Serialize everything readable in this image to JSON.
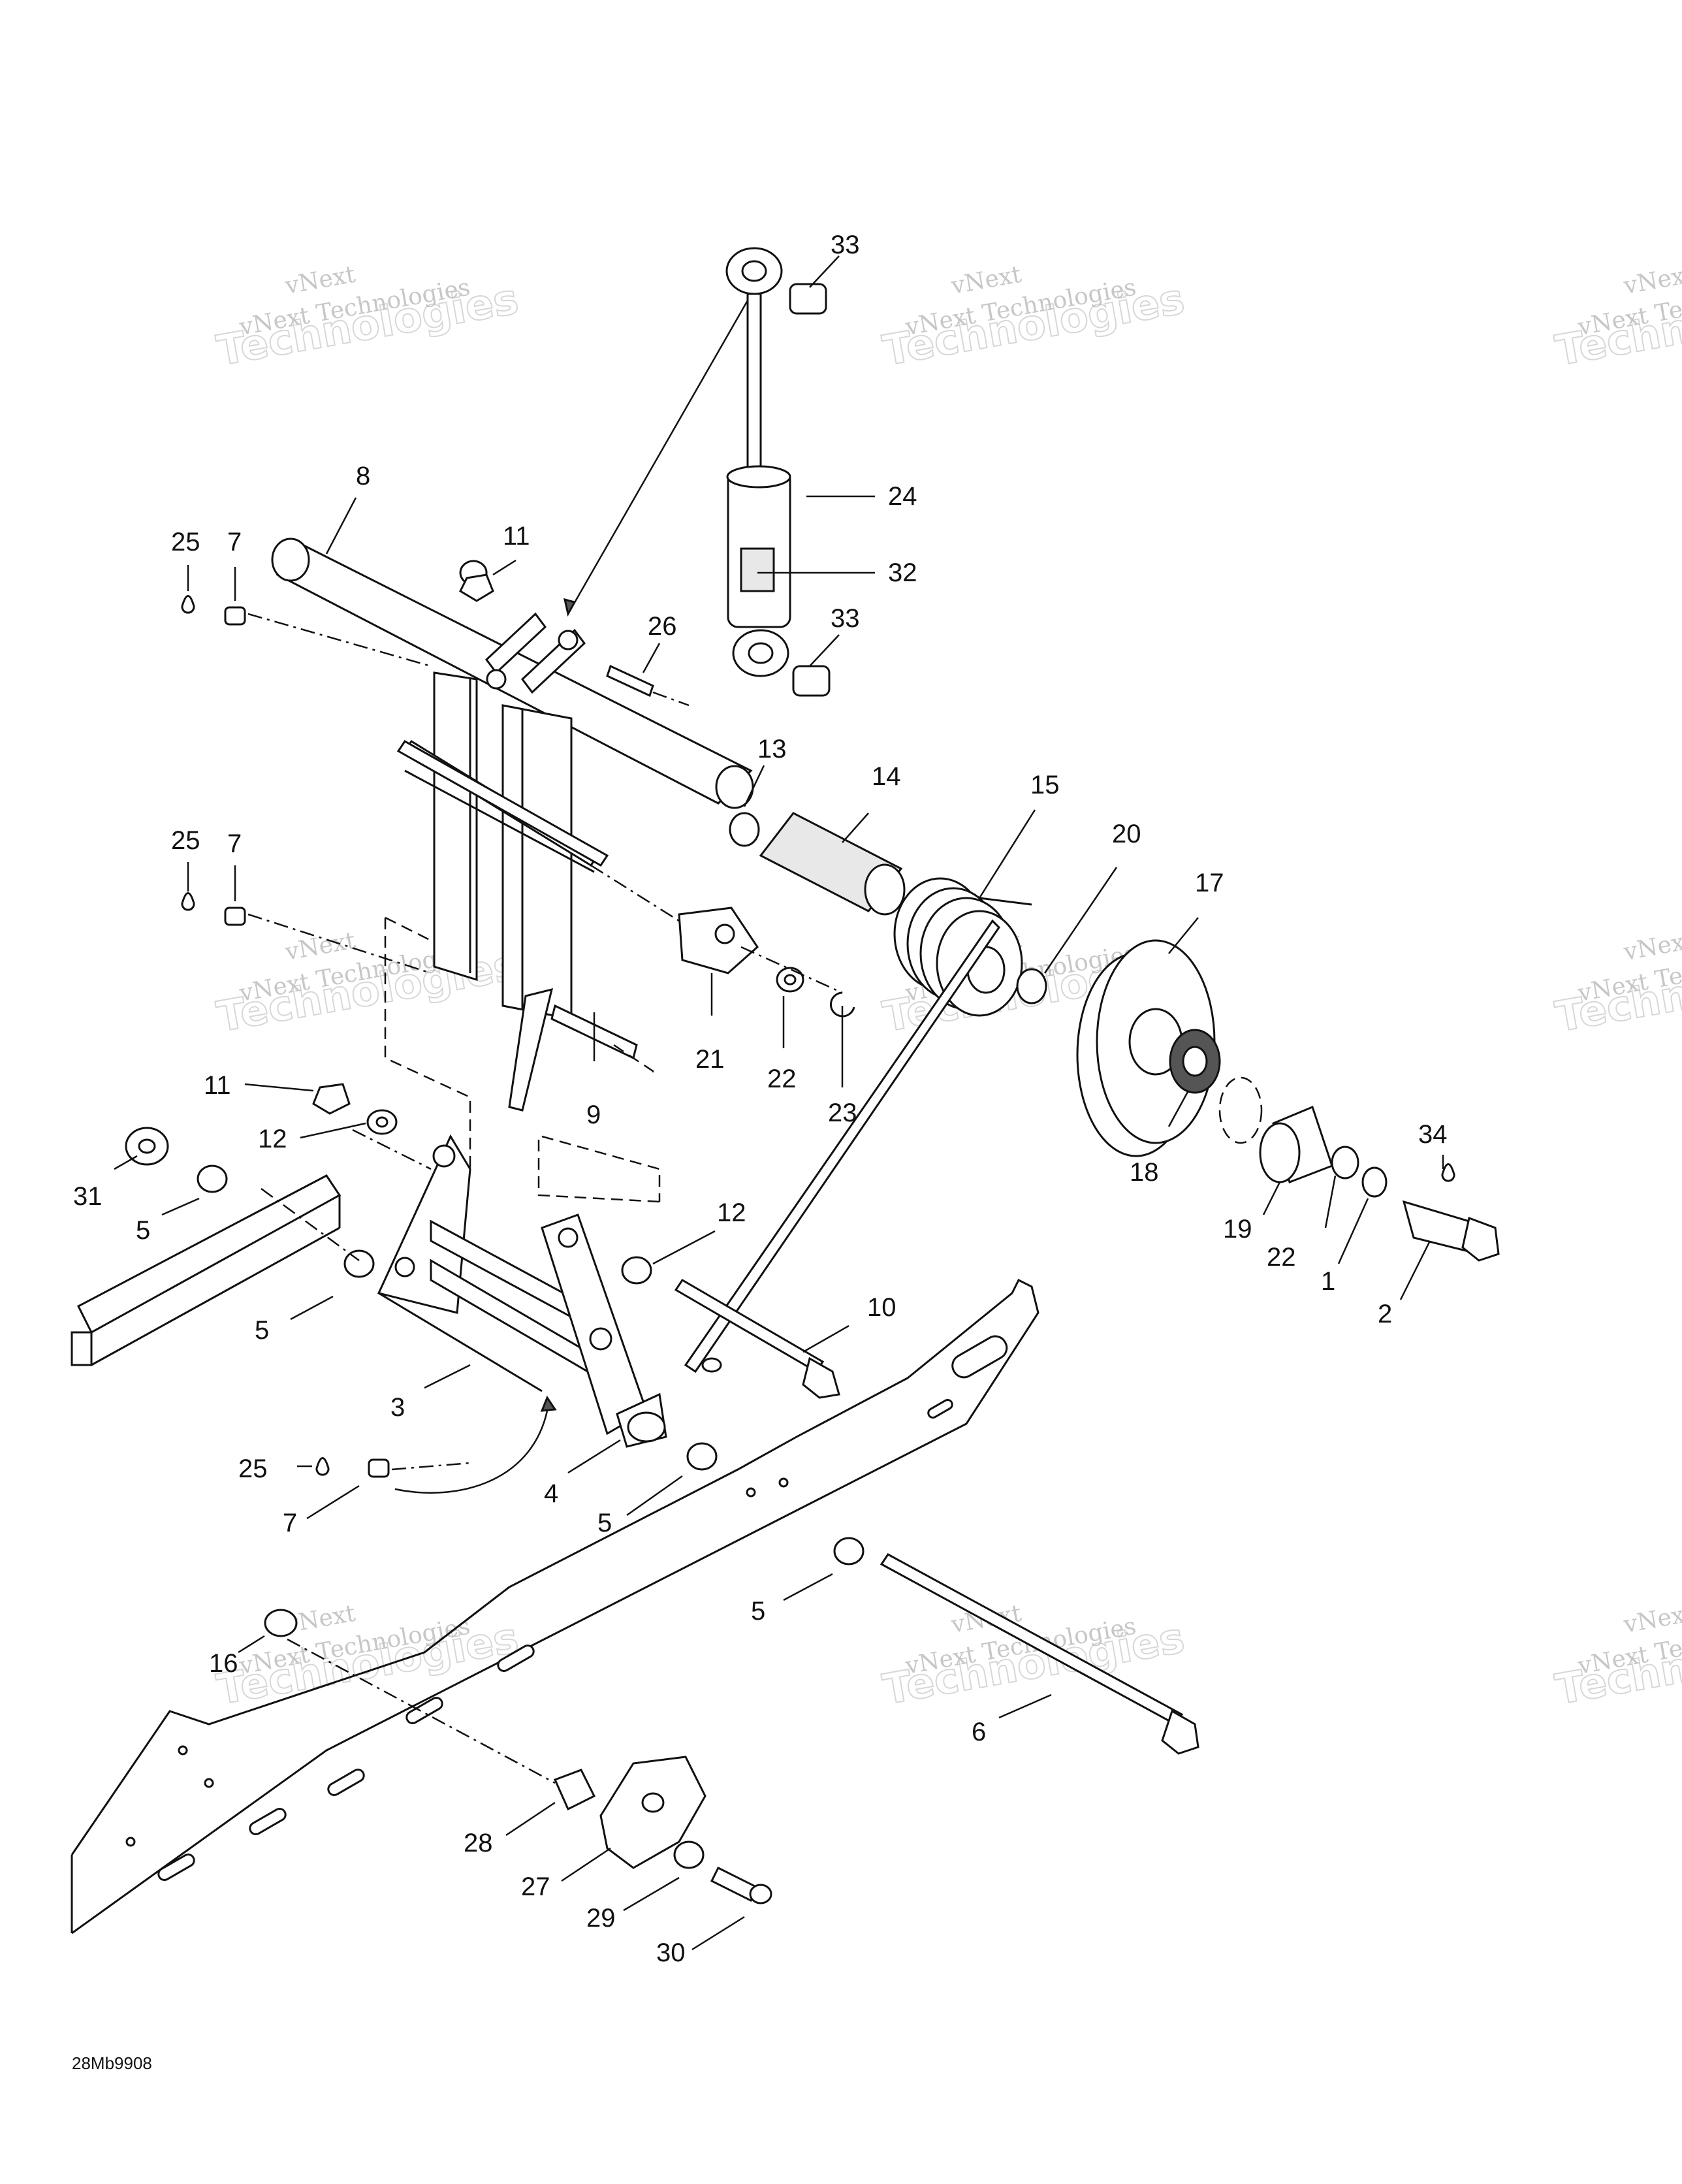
{
  "drawing_code": "28Mb9908",
  "watermark": {
    "line1": "vNext",
    "line2": "vNext Technologies",
    "line3": "Technologies"
  },
  "callouts": [
    "1",
    "2",
    "3",
    "4",
    "5",
    "6",
    "7",
    "8",
    "9",
    "10",
    "11",
    "12",
    "13",
    "14",
    "15",
    "16",
    "17",
    "18",
    "19",
    "20",
    "21",
    "22",
    "23",
    "24",
    "25",
    "26",
    "27",
    "28",
    "29",
    "30",
    "31",
    "32",
    "33",
    "34"
  ]
}
